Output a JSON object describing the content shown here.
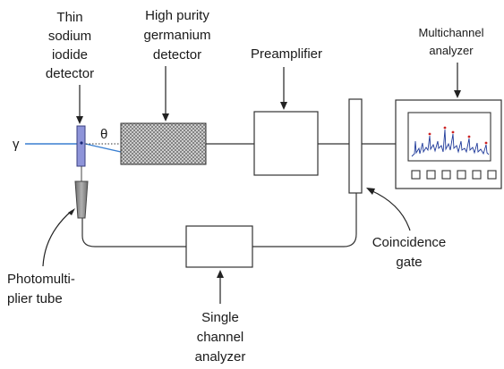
{
  "labels": {
    "gamma": "γ",
    "theta": "θ",
    "thin_detector": [
      "Thin",
      "sodium",
      "iodide",
      "detector"
    ],
    "hpge_detector": [
      "High purity",
      "germanium",
      "detector"
    ],
    "preamplifier": "Preamplifier",
    "mca": [
      "Multichannel",
      "analyzer"
    ],
    "pmt": [
      "Photomulti-",
      "plier tube"
    ],
    "gate": [
      "Coincidence",
      "gate"
    ],
    "sca": [
      "Single",
      "channel",
      "analyzer"
    ]
  },
  "colors": {
    "beam": "#3a7fd0",
    "scintillator": "#8e94d9",
    "pmt": "#9a9a9a",
    "hatch": "#555555",
    "spectrum": "#1f3a9a",
    "peak_marker": "#cc2222"
  },
  "icons": {
    "mca_display": "spectrum-display-icon",
    "mca_buttons": "button-row-icon"
  }
}
